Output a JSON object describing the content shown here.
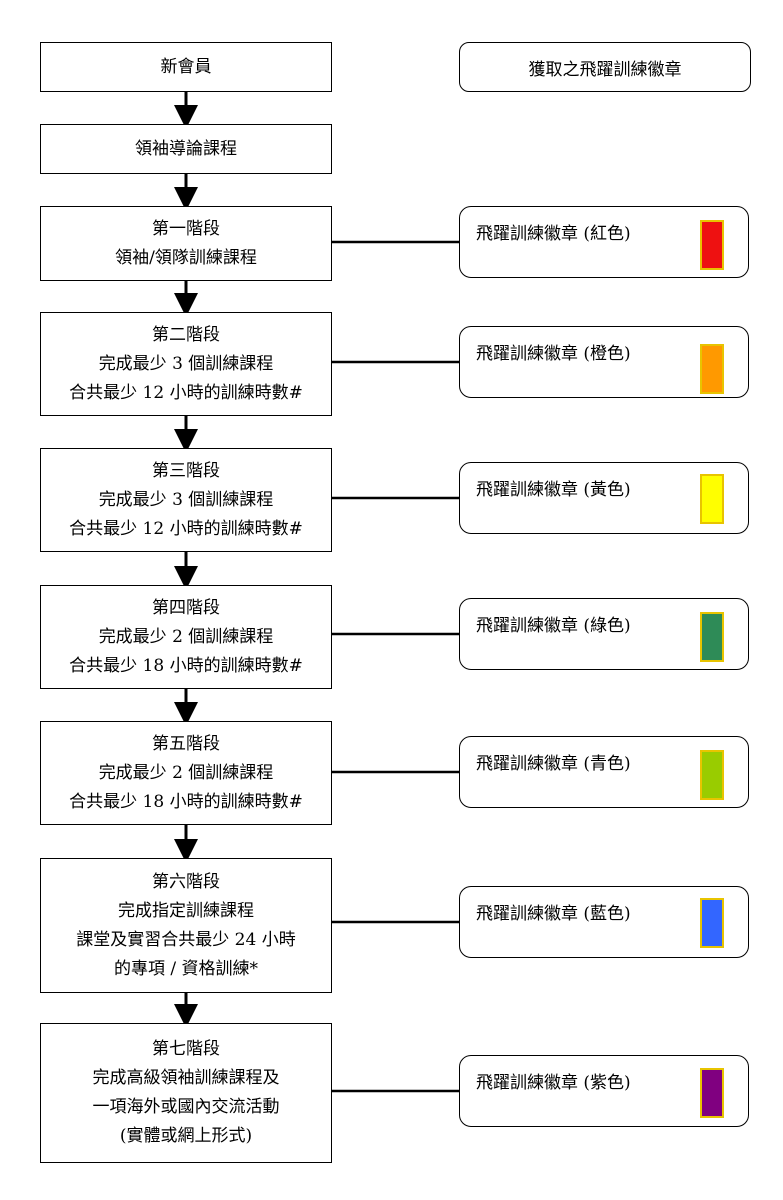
{
  "header": {
    "badge_column_title": "獲取之飛躍訓練徽章"
  },
  "start_box": {
    "text": "新會員"
  },
  "intro_box": {
    "text": "領袖導論課程"
  },
  "stages": [
    {
      "lines": [
        "第一階段",
        "領袖/領隊訓練課程"
      ]
    },
    {
      "lines": [
        "第二階段",
        "完成最少 3 個訓練課程",
        "合共最少 12 小時的訓練時數#"
      ]
    },
    {
      "lines": [
        "第三階段",
        "完成最少 3 個訓練課程",
        "合共最少 12 小時的訓練時數#"
      ]
    },
    {
      "lines": [
        "第四階段",
        "完成最少 2 個訓練課程",
        "合共最少 18 小時的訓練時數#"
      ]
    },
    {
      "lines": [
        "第五階段",
        "完成最少 2 個訓練課程",
        "合共最少 18 小時的訓練時數#"
      ]
    },
    {
      "lines": [
        "第六階段",
        "完成指定訓練課程",
        "課堂及實習合共最少 24 小時",
        "的專項 / 資格訓練*"
      ]
    },
    {
      "lines": [
        "第七階段",
        "完成高級領袖訓練課程及",
        "一項海外或國內交流活動",
        "(實體或網上形式)"
      ]
    }
  ],
  "badges": [
    {
      "label": "飛躍訓練徽章 (紅色)",
      "color": "#ee1111"
    },
    {
      "label": "飛躍訓練徽章 (橙色)",
      "color": "#ff9900"
    },
    {
      "label": "飛躍訓練徽章 (黃色)",
      "color": "#ffff00"
    },
    {
      "label": "飛躍訓練徽章 (綠色)",
      "color": "#2e8b57"
    },
    {
      "label": "飛躍訓練徽章 (青色)",
      "color": "#99cc00"
    },
    {
      "label": "飛躍訓練徽章 (藍色)",
      "color": "#3366ff"
    },
    {
      "label": "飛躍訓練徽章 (紫色)",
      "color": "#800080"
    }
  ]
}
